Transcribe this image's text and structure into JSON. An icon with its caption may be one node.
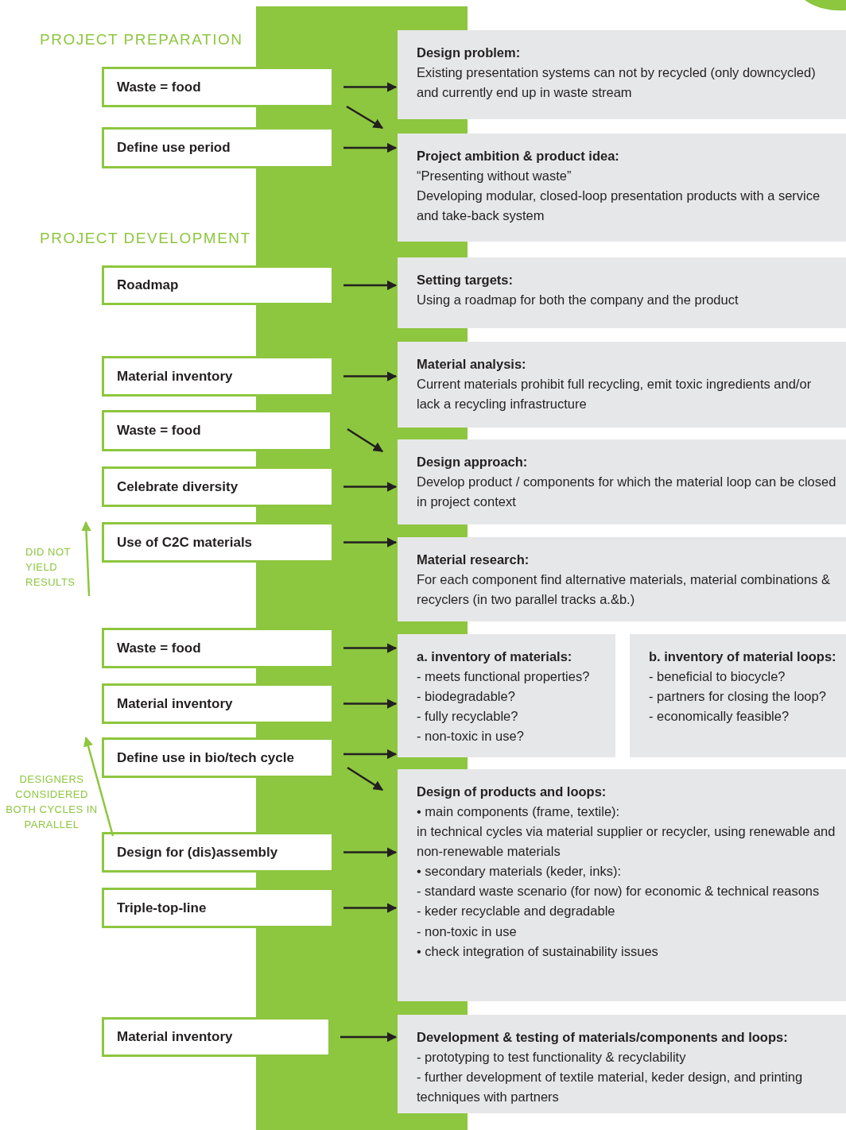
{
  "diagram": {
    "nodes": [
      {
        "text": [
          "Waste = food"
        ]
      },
      {
        "text": [
          "Define use period"
        ]
      },
      {
        "text": [
          "Roadmap"
        ]
      },
      {
        "text": [
          "Material inventory"
        ]
      },
      {
        "text": [
          "Waste =  food"
        ]
      },
      {
        "text": [
          "Celebrate diversity"
        ]
      },
      {
        "text": [
          "Use of C2C materials"
        ]
      },
      {
        "text": [
          "Waste =  food"
        ]
      },
      {
        "text": [
          "Material inventory"
        ]
      },
      {
        "text": [
          "Define use in bio/tech cycle"
        ]
      },
      {
        "text": [
          "Design for (dis)assembly"
        ]
      },
      {
        "text": [
          "Triple-top-line"
        ]
      },
      {
        "text": [
          "Material inventory"
        ]
      },
      {
        "text": [
          "DID NOT YIELD RESULTS"
        ]
      },
      {
        "text": [
          "DESIGNERS CONSIDERED BOTH CYCLES IN PARALLEL"
        ]
      },
      {
        "text": [
          "Design problem:",
          "Existing presentation systems can not by recycled (only downcycled) and currently end up in waste stream"
        ]
      },
      {
        "text": [
          "Project ambition & product idea:",
          "“Presenting without waste”",
          "Developing modular, closed-loop presentation products with a service and take-back system"
        ]
      },
      {
        "text": [
          "Setting targets:",
          "Using a roadmap for both the company and the product"
        ]
      },
      {
        "text": [
          "Material analysis:",
          "Current materials prohibit full recycling, emit toxic ingredients and/or lack a recycling infrastructure"
        ]
      },
      {
        "text": [
          "Design approach:",
          "Develop product / components for which the material loop can be closed in project context"
        ]
      },
      {
        "text": [
          "Material research:",
          "For each component find alternative materials, material combinations & recyclers (in two parallel tracks a.&b.)"
        ]
      },
      {
        "text": [
          "a. inventory of materials:",
          "- meets functional properties?",
          "- biodegradable?",
          "- fully recyclable?",
          "- non-toxic in use?"
        ]
      },
      {
        "text": [
          "b. inventory of material loops:",
          "- beneficial to biocycle?",
          "- partners for  closing the loop?",
          "- economically feasible?"
        ]
      },
      {
        "text": [
          "Design of products and loops:",
          "• main components (frame, textile):",
          "in technical cycles via material supplier or recycler, using renewable and non-renewable materials",
          "• secondary materials (keder, inks):",
          "- standard waste scenario (for now) for economic & technical reasons",
          "- keder recyclable and degradable",
          "- non-toxic in use",
          "• check integration of sustainability issues"
        ]
      },
      {
        "text": [
          "Development & testing of materials/components and loops:",
          "- prototyping to test functionality & recyclability",
          "- further development of textile material, keder design, and printing techniques with partners"
        ]
      }
    ],
    "edges": [
      {
        "from": 0,
        "to": 15,
        "arrow": "to"
      },
      {
        "from": 0,
        "to": 16,
        "arrow": "to"
      },
      {
        "from": 1,
        "to": 16,
        "arrow": "to"
      },
      {
        "from": 2,
        "to": 17,
        "arrow": "to"
      },
      {
        "from": 3,
        "to": 18,
        "arrow": "to"
      },
      {
        "from": 4,
        "to": 19,
        "arrow": "to"
      },
      {
        "from": 5,
        "to": 19,
        "arrow": "to"
      },
      {
        "from": 6,
        "to": 20,
        "arrow": "to"
      },
      {
        "from": 7,
        "to": 21,
        "arrow": "to"
      },
      {
        "from": 8,
        "to": 21,
        "arrow": "to"
      },
      {
        "from": 9,
        "to": 21,
        "arrow": "to"
      },
      {
        "from": 9,
        "to": 23,
        "arrow": "to"
      },
      {
        "from": 10,
        "to": 23,
        "arrow": "to"
      },
      {
        "from": 11,
        "to": 23,
        "arrow": "to"
      },
      {
        "from": 12,
        "to": 24,
        "arrow": "to"
      },
      {
        "from": 13,
        "to": 6,
        "arrow": "to",
        "color": "#8dc63f"
      },
      {
        "from": 14,
        "to": 9,
        "arrow": "to",
        "color": "#8dc63f"
      }
    ],
    "labels": [
      "PROJECT PREPARATION",
      "PROJECT DEVELOPMENT"
    ]
  }
}
